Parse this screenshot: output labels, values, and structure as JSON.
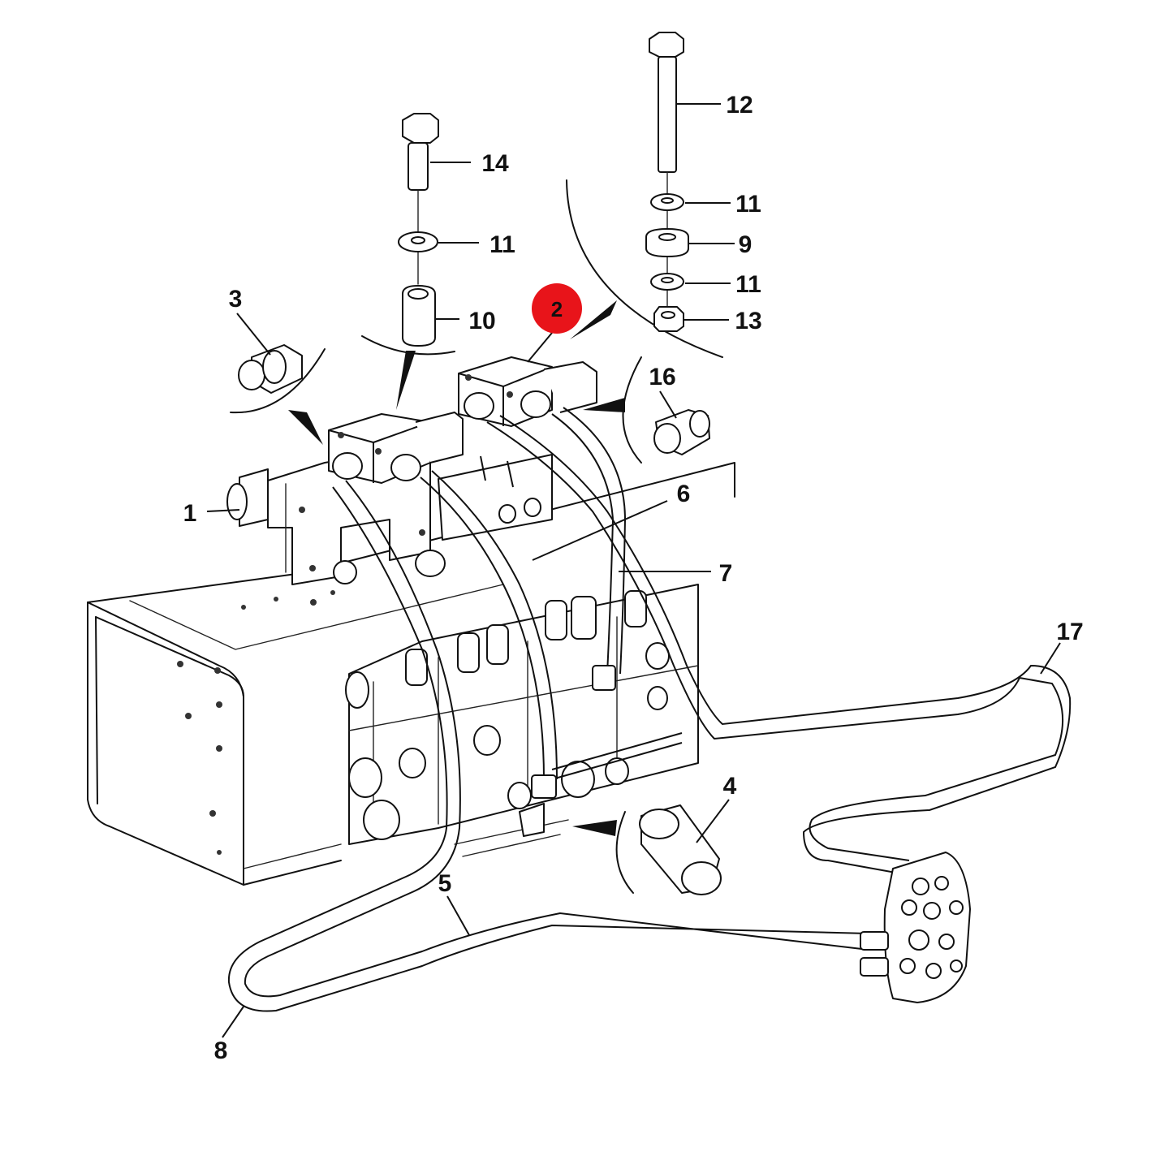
{
  "highlight_color": "#e8141a",
  "highlighted_callout": "2",
  "callouts": [
    {
      "id": "1",
      "text": "1"
    },
    {
      "id": "2",
      "text": "2"
    },
    {
      "id": "3",
      "text": "3"
    },
    {
      "id": "4",
      "text": "4"
    },
    {
      "id": "5",
      "text": "5"
    },
    {
      "id": "6",
      "text": "6"
    },
    {
      "id": "7",
      "text": "7"
    },
    {
      "id": "8",
      "text": "8"
    },
    {
      "id": "9",
      "text": "9"
    },
    {
      "id": "10",
      "text": "10"
    },
    {
      "id": "11a",
      "text": "11"
    },
    {
      "id": "11b",
      "text": "11"
    },
    {
      "id": "11c",
      "text": "11"
    },
    {
      "id": "12",
      "text": "12"
    },
    {
      "id": "13",
      "text": "13"
    },
    {
      "id": "14",
      "text": "14"
    },
    {
      "id": "16",
      "text": "16"
    },
    {
      "id": "17",
      "text": "17"
    }
  ]
}
